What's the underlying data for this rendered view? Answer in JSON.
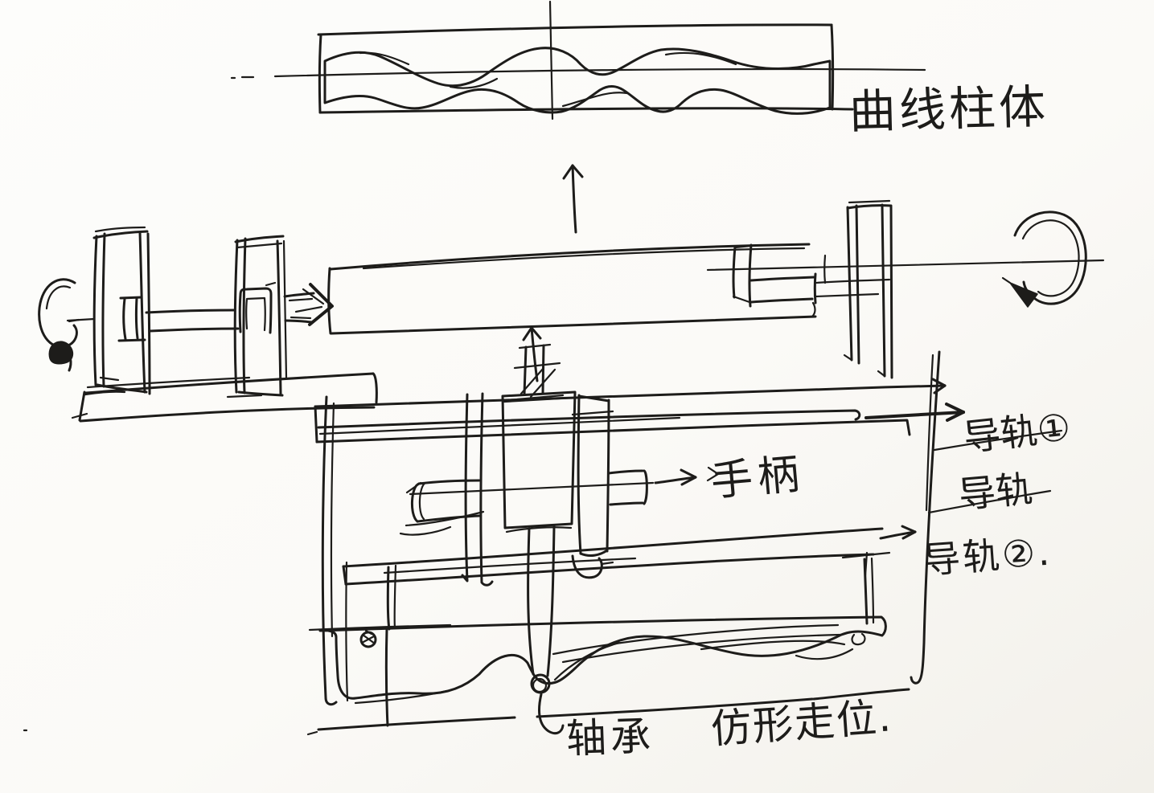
{
  "page": {
    "paper_color": "#fbfaf7",
    "ink_color": "#1d1c1a"
  },
  "labels": {
    "curved_profile": "曲线柱体",
    "rail_1": "导轨①",
    "rail": "导轨",
    "rail_2": "导轨②.",
    "handle": "手柄",
    "bearing": "轴承",
    "profile_tracking": "仿形走位."
  }
}
